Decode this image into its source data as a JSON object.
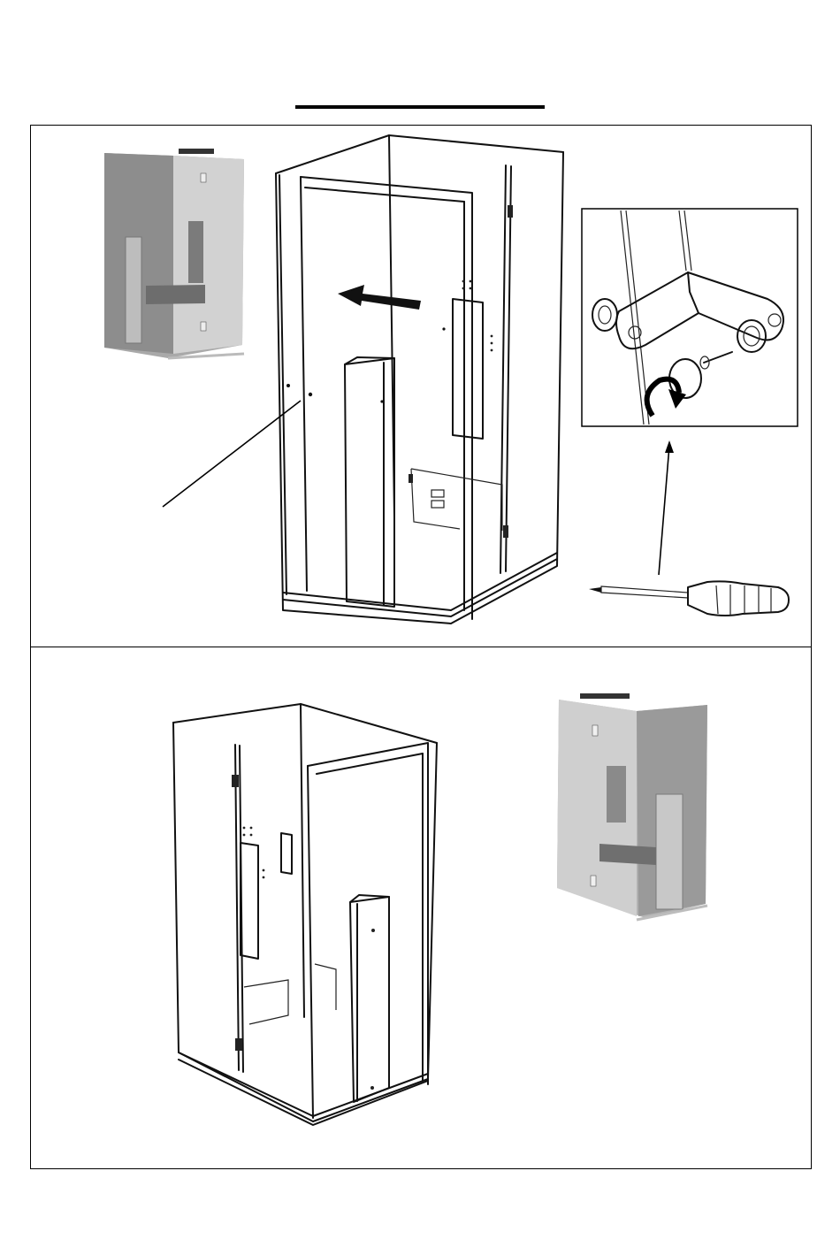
{
  "page": {
    "rule": "title-underline"
  },
  "panels": [
    {
      "id": "step-remove-door",
      "items": [
        {
          "name": "sauna-photo-thumbnail",
          "icon": "sauna-cabin-photo"
        },
        {
          "name": "sauna-assembly-drawing",
          "icon": "sauna-cabin-line-drawing"
        },
        {
          "name": "hinge-detail-inset",
          "icon": "door-hinge-detail"
        },
        {
          "name": "screwdriver-illustration",
          "icon": "screwdriver-icon"
        },
        {
          "name": "direction-arrow",
          "icon": "arrow-left-icon"
        }
      ]
    },
    {
      "id": "step-mirrored-result",
      "items": [
        {
          "name": "sauna-mirrored-drawing",
          "icon": "sauna-cabin-line-drawing"
        },
        {
          "name": "sauna-mirrored-photo",
          "icon": "sauna-cabin-photo"
        }
      ]
    }
  ],
  "colors": {
    "line": "#111111",
    "photo_gray": "#9a9a9a",
    "photo_light": "#c8c8c8",
    "background": "#ffffff"
  }
}
